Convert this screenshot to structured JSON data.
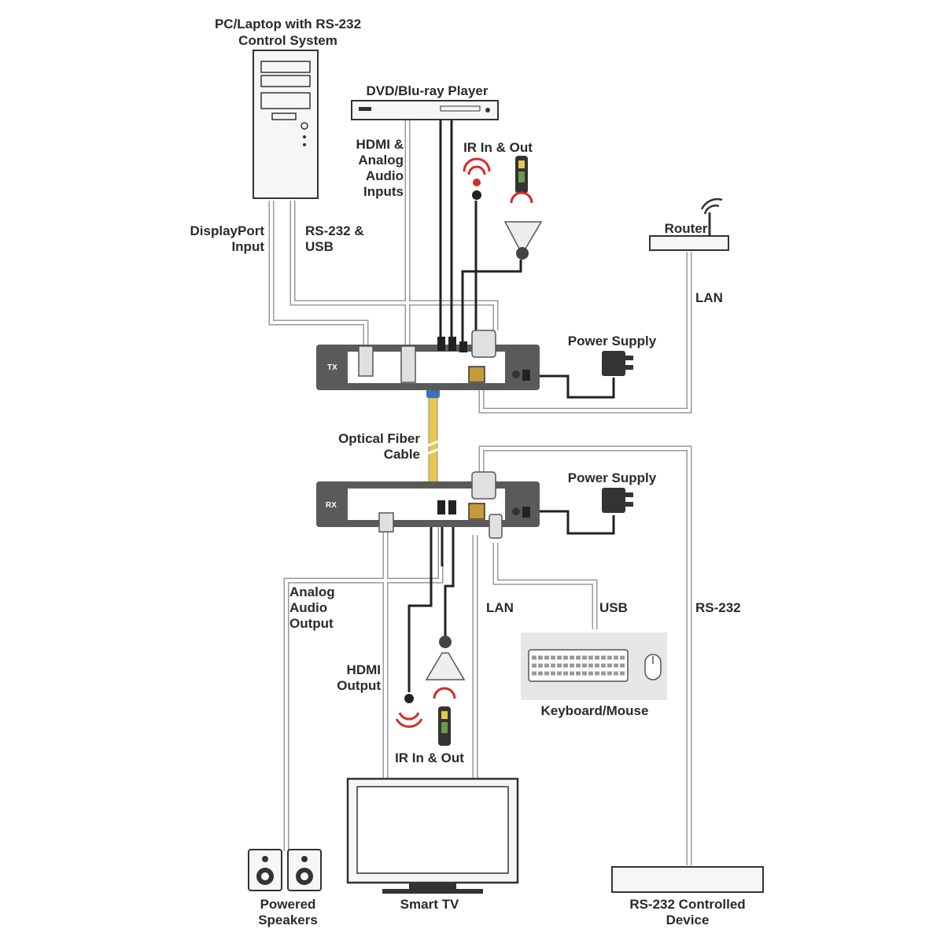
{
  "labels": {
    "pc": [
      "PC/Laptop with RS-232",
      "Control System"
    ],
    "dvd": "DVD/Blu-ray Player",
    "hdmi_analog_inputs": [
      "HDMI &",
      "Analog",
      "Audio",
      "Inputs"
    ],
    "ir_top": "IR In & Out",
    "displayport": [
      "DisplayPort",
      "Input"
    ],
    "rs232_usb": [
      "RS-232 &",
      "USB"
    ],
    "router": "Router",
    "lan_top": "LAN",
    "power_supply_tx": "Power Supply",
    "optical": [
      "Optical Fiber",
      "Cable"
    ],
    "power_supply_rx": "Power Supply",
    "analog_out": [
      "Analog",
      "Audio",
      "Output"
    ],
    "lan_bottom": "LAN",
    "usb": "USB",
    "rs232": "RS-232",
    "hdmi_out": [
      "HDMI",
      "Output"
    ],
    "keyboard": "Keyboard/Mouse",
    "ir_bottom": "IR In & Out",
    "speakers": [
      "Powered",
      "Speakers"
    ],
    "tv": "Smart TV",
    "rs232_device": [
      "RS-232 Controlled",
      "Device"
    ],
    "tx": "TX",
    "rx": "RX"
  },
  "colors": {
    "line": "#333333",
    "cable_outline": "#9a9a9a",
    "unit_body": "#5a5a5a",
    "fiber_yellow": "#e8c84a",
    "fiber_blue": "#3f6fb8",
    "ir_red": "#d42b2b"
  },
  "icons": [
    "tower-pc-icon",
    "dvd-player-icon",
    "router-icon",
    "tx-unit-icon",
    "rx-unit-icon",
    "power-adapter-icon",
    "keyboard-icon",
    "mouse-icon",
    "ir-emitter-icon",
    "ir-receiver-icon",
    "remote-control-icon",
    "speaker-icon",
    "tv-icon",
    "rs232-device-icon"
  ]
}
